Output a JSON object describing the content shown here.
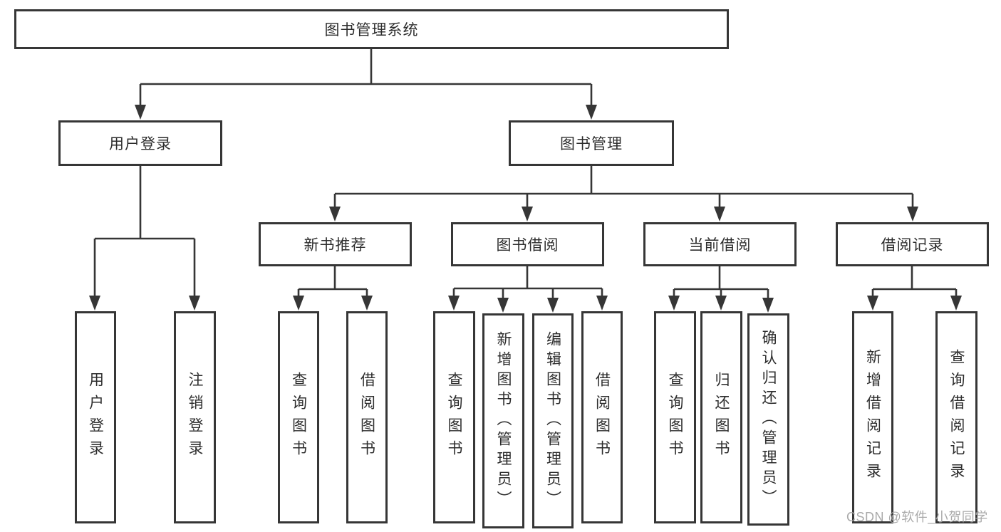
{
  "tree": {
    "root": {
      "label": "图书管理系统"
    },
    "branches": [
      {
        "label": "用户登录",
        "children": [
          {
            "label": "用户登录"
          },
          {
            "label": "注销登录"
          }
        ]
      },
      {
        "label": "图书管理",
        "groups": [
          {
            "label": "新书推荐",
            "children": [
              {
                "label": "查询图书"
              },
              {
                "label": "借阅图书"
              }
            ]
          },
          {
            "label": "图书借阅",
            "children": [
              {
                "label": "查询图书"
              },
              {
                "label": "新增图书（管理员）"
              },
              {
                "label": "编辑图书（管理员）"
              },
              {
                "label": "借阅图书"
              }
            ]
          },
          {
            "label": "当前借阅",
            "children": [
              {
                "label": "查询图书"
              },
              {
                "label": "归还图书"
              },
              {
                "label": "确认归还（管理员）"
              }
            ]
          },
          {
            "label": "借阅记录",
            "children": [
              {
                "label": "新增借阅记录"
              },
              {
                "label": "查询借阅记录"
              }
            ]
          }
        ]
      }
    ]
  },
  "watermark": {
    "text": "CSDN @软件_小贺同学"
  },
  "colors": {
    "line": "#363636",
    "text": "#2d2d2d",
    "background": "#ffffff",
    "watermark": "#a6a6a6"
  }
}
